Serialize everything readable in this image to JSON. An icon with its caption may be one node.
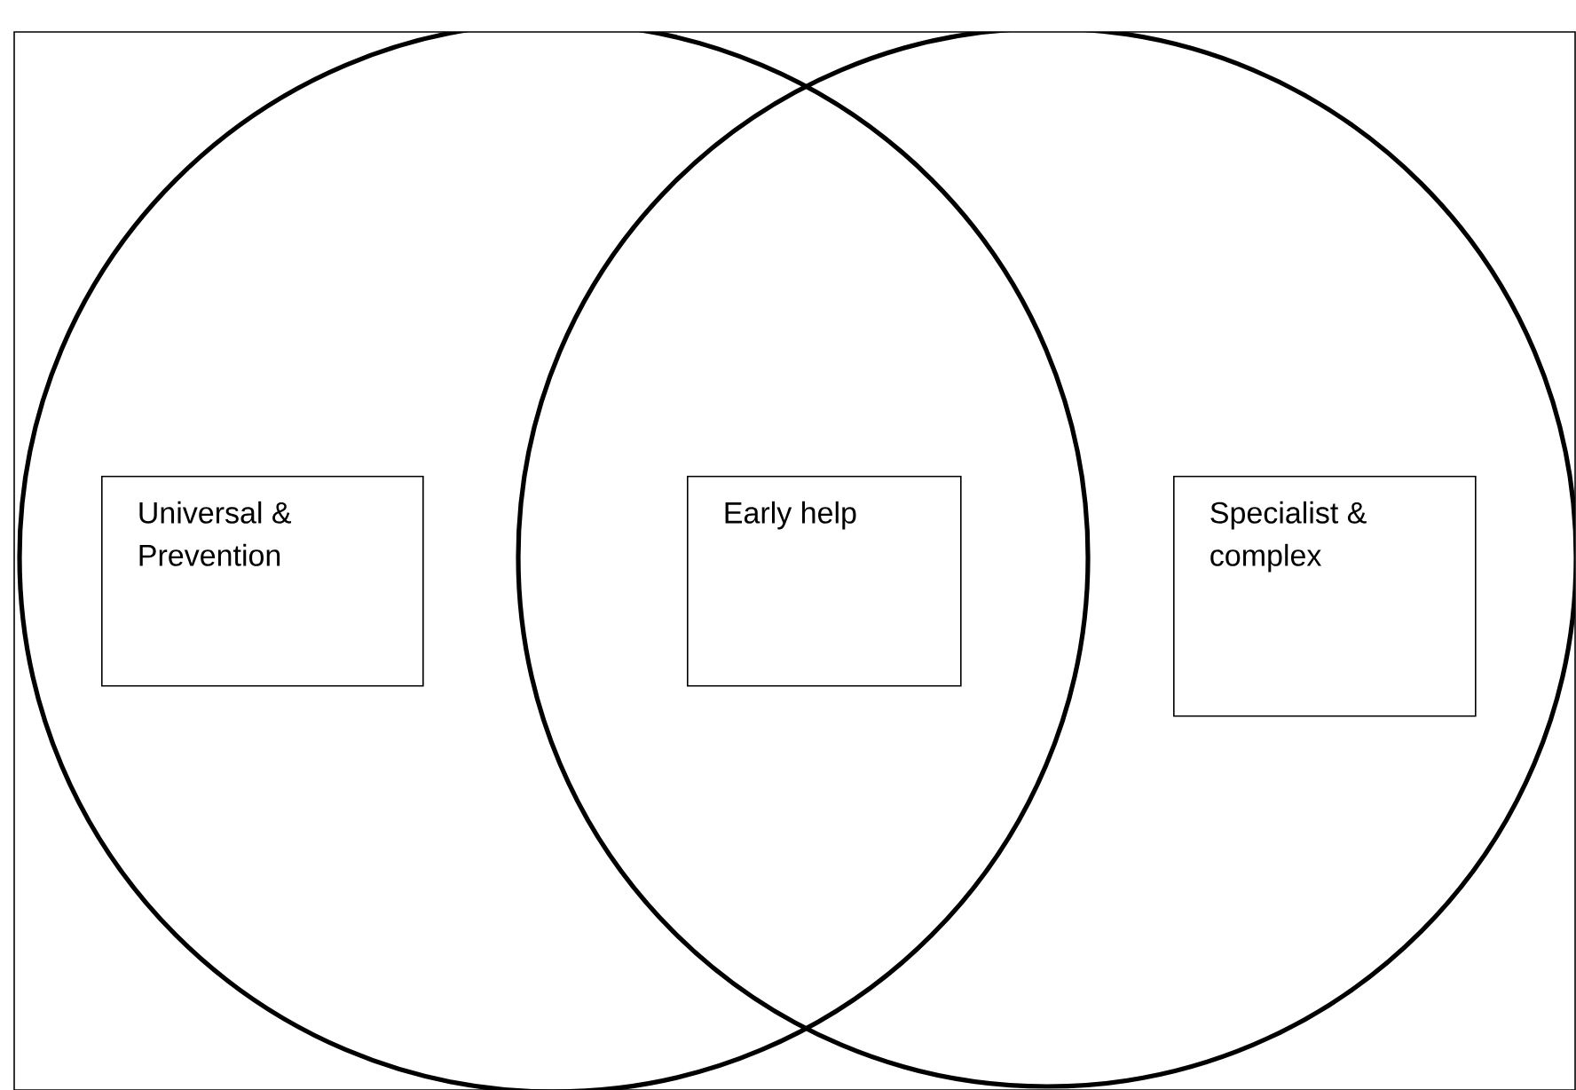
{
  "diagram": {
    "nodes": [
      {
        "text": [
          "Universal & Prevention"
        ]
      },
      {
        "text": [
          "Early help"
        ]
      },
      {
        "text": [
          "Specialist & complex"
        ]
      }
    ]
  }
}
